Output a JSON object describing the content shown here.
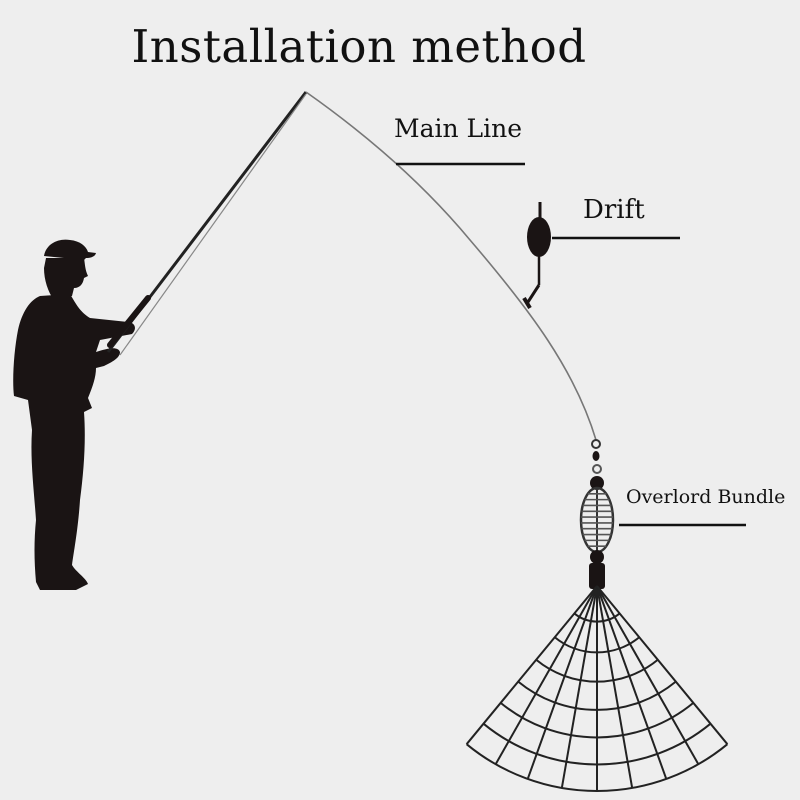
{
  "title": "Installation method",
  "labels": {
    "main_line": "Main Line",
    "drift": "Drift",
    "overlord_bundle": "Overlord Bundle"
  },
  "colors": {
    "background": "#eeeeee",
    "ink": "#1a1414",
    "line": "#777777"
  },
  "net": {
    "spokes": 9,
    "rings": 7
  }
}
